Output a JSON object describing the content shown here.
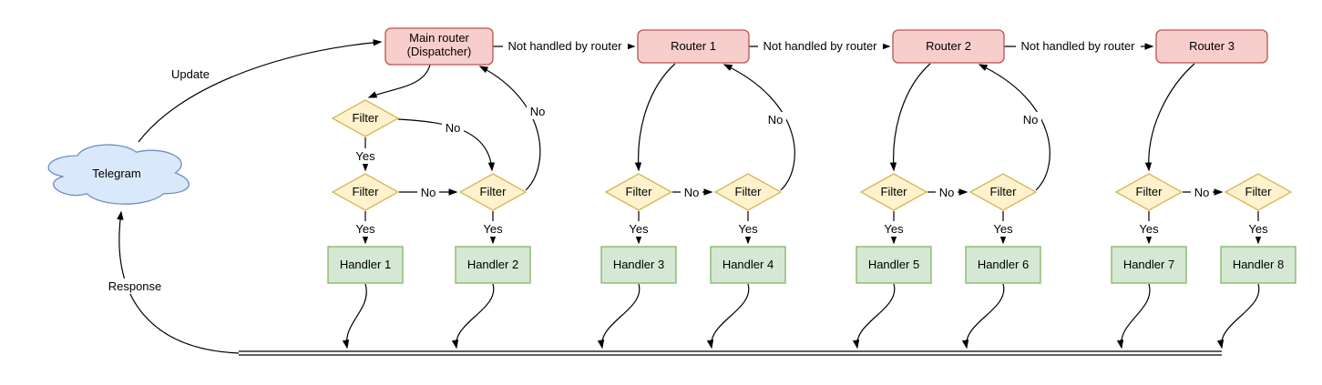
{
  "diagram_type": "flowchart",
  "nodes": {
    "telegram": "Telegram",
    "dispatcher_line1": "Main router",
    "dispatcher_line2": "(Dispatcher)",
    "routers": [
      "Router 1",
      "Router 2",
      "Router 3"
    ],
    "filter": "Filter",
    "handlers": [
      "Handler 1",
      "Handler 2",
      "Handler 3",
      "Handler 4",
      "Handler 5",
      "Handler 6",
      "Handler 7",
      "Handler 8"
    ]
  },
  "labels": {
    "update": "Update",
    "response": "Response",
    "not_handled": "Not handled by router",
    "yes": "Yes",
    "no": "No"
  },
  "colors": {
    "router_fill": "#f8cecc",
    "router_stroke": "#b85450",
    "filter_fill": "#fff2cc",
    "filter_stroke": "#d6b656",
    "handler_fill": "#d5e8d4",
    "handler_stroke": "#82b366",
    "cloud_fill": "#dae8fc",
    "cloud_stroke": "#6c8ebf",
    "edge_color": "#000000",
    "background": "#ffffff"
  }
}
